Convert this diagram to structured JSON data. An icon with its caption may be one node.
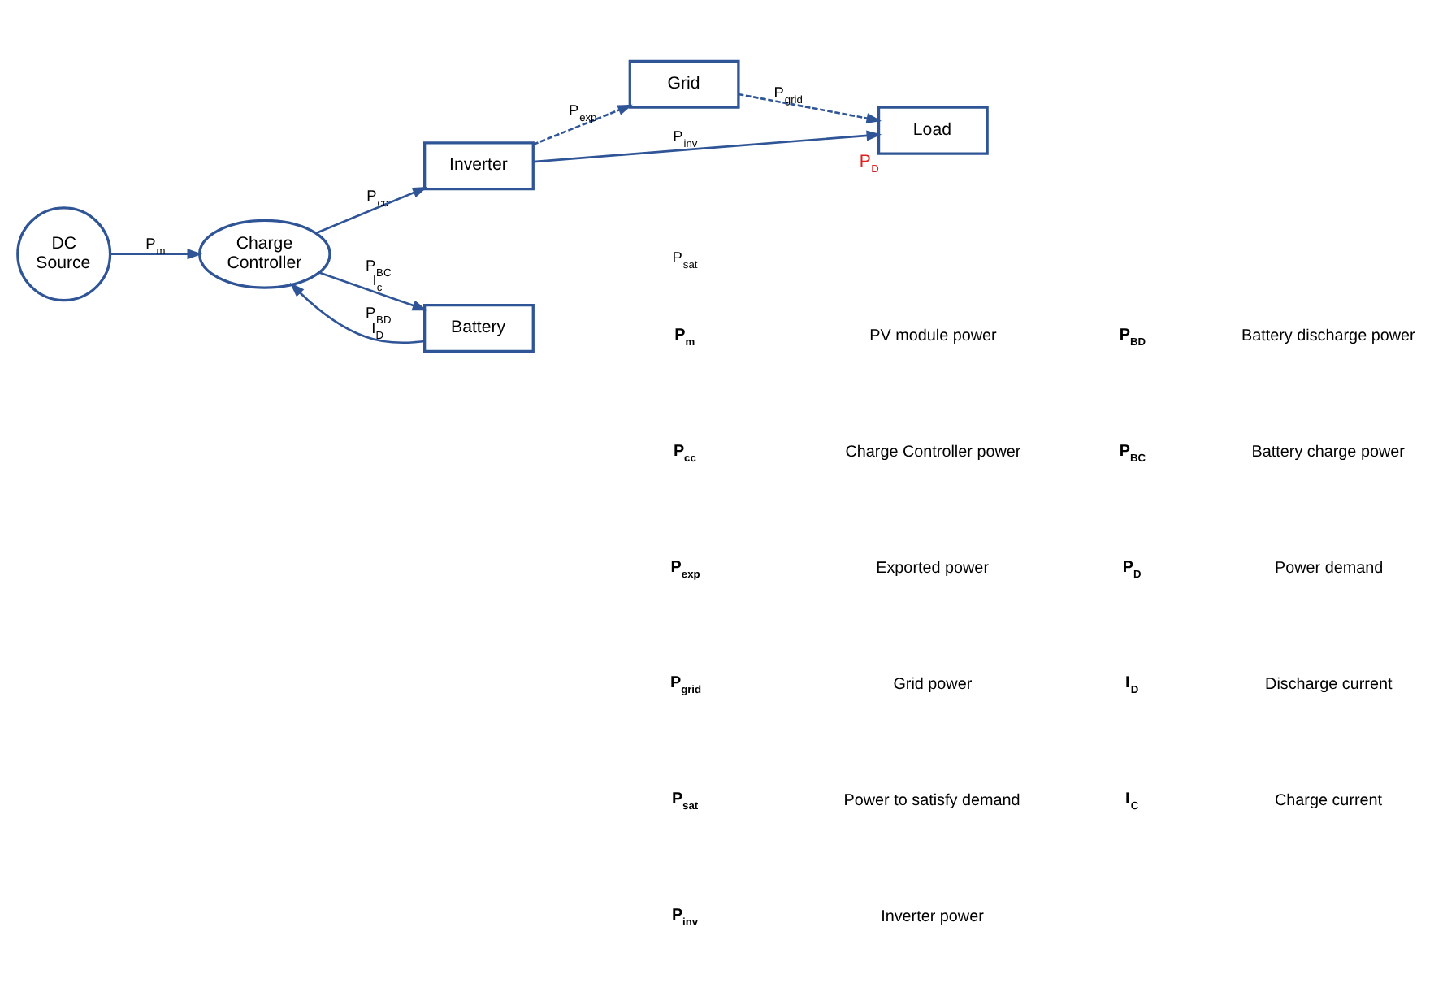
{
  "diagram": {
    "nodes": [
      {
        "text": [
          "DC Source"
        ]
      },
      {
        "text": [
          "Charge Controller"
        ]
      },
      {
        "text": [
          "Inverter"
        ]
      },
      {
        "text": [
          "Grid"
        ]
      },
      {
        "text": [
          "Load"
        ],
        "beside": [
          "P$_{D}$"
        ]
      },
      {
        "text": [
          "Battery"
        ]
      }
    ],
    "edges": [
      {
        "from": 0,
        "to": 1,
        "arrow": "to",
        "label": "P$_{m}$"
      },
      {
        "from": 1,
        "to": 2,
        "arrow": "to",
        "label": "P$_{cc}$"
      },
      {
        "from": 2,
        "to": 4,
        "arrow": "to",
        "label": "P$_{inv}$"
      },
      {
        "from": 2,
        "to": 3,
        "arrow": "to",
        "label": "P$_{exp}$",
        "style": "dashed"
      },
      {
        "from": 3,
        "to": 4,
        "arrow": "to",
        "label": "P$_{grid}$",
        "style": "dashed"
      },
      {
        "from": 1,
        "to": 5,
        "arrow": "to",
        "label": "P$_{BC}$ I$_{c}$"
      },
      {
        "from": 5,
        "to": 1,
        "arrow": "to",
        "label": "P$_{BD}$ I$_{D}$"
      }
    ],
    "labels": [
      "P$_{sat}$",
      "P$_{m}$",
      "PV module power",
      "P$_{BD}$",
      "Battery discharge power",
      "P$_{cc}$",
      "Charge Controller power",
      "P$_{BC}$",
      "Battery charge power",
      "P$_{exp}$",
      "Exported power",
      "P$_{D}$",
      "Power demand",
      "P$_{grid}$",
      "Grid power",
      "I$_{D}$",
      "Discharge current",
      "P$_{sat}$",
      "Power to satisfy demand",
      "I$_{C}$",
      "Charge current",
      "P$_{inv}$",
      "Inverter power"
    ]
  }
}
